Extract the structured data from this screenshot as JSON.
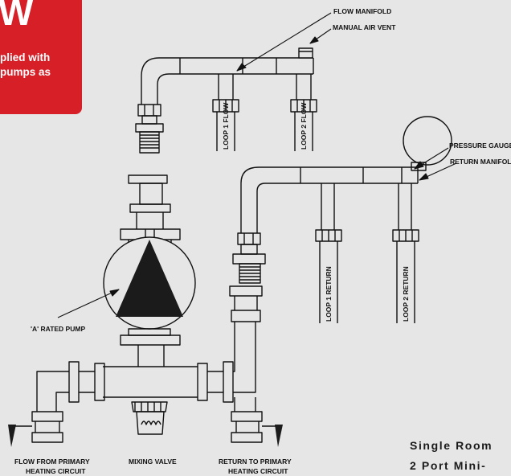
{
  "badge": {
    "big": "W",
    "line1": "plied with",
    "line2": "pumps as",
    "color": "#d71f28"
  },
  "labels": {
    "flow_manifold": "FLOW MANIFOLD",
    "manual_air_vent": "MANUAL AIR VENT",
    "loop1_flow": "LOOP 1 FLOW",
    "loop2_flow": "LOOP 2 FLOW",
    "pressure_gauge": "PRESSURE GAUGE",
    "return_manifold": "RETURN MANIFOLD",
    "loop1_return": "LOOP 1 RETURN",
    "loop2_return": "LOOP 2 RETURN",
    "pump": "'A' RATED PUMP",
    "flow_primary_1": "FLOW FROM PRIMARY",
    "flow_primary_2": "HEATING CIRCUIT",
    "mixing_valve": "MIXING VALVE",
    "return_primary_1": "RETURN TO PRIMARY",
    "return_primary_2": "HEATING CIRCUIT"
  },
  "caption": {
    "line1": "Single Room",
    "line2": "2 Port Mini-"
  }
}
